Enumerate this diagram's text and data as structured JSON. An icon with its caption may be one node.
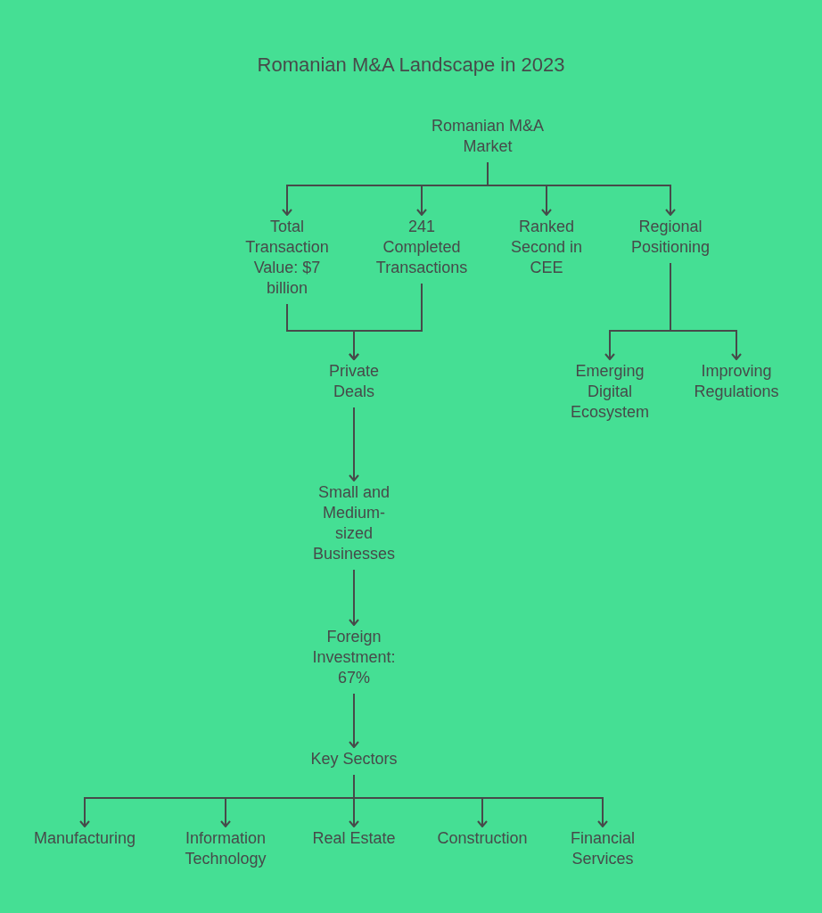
{
  "diagram": {
    "title": "Romanian M&A Landscape in 2023",
    "nodes": [
      {
        "text": [
          "Romanian M&A Market"
        ]
      },
      {
        "text": [
          "Total Transaction Value: $7 billion"
        ]
      },
      {
        "text": [
          "241 Completed Transactions"
        ]
      },
      {
        "text": [
          "Ranked Second in CEE"
        ]
      },
      {
        "text": [
          "Regional Positioning"
        ]
      },
      {
        "text": [
          "Private Deals"
        ]
      },
      {
        "text": [
          "Emerging Digital Ecosystem"
        ]
      },
      {
        "text": [
          "Improving Regulations"
        ]
      },
      {
        "text": [
          "Small and Medium-sized Businesses"
        ]
      },
      {
        "text": [
          "Foreign Investment: 67%"
        ]
      },
      {
        "text": [
          "Key Sectors"
        ]
      },
      {
        "text": [
          "Manufacturing"
        ]
      },
      {
        "text": [
          "Information Technology"
        ]
      },
      {
        "text": [
          "Real Estate"
        ]
      },
      {
        "text": [
          "Construction"
        ]
      },
      {
        "text": [
          "Financial Services"
        ]
      }
    ],
    "edges": [
      {
        "from": 0,
        "to": 1,
        "arrow": "to"
      },
      {
        "from": 0,
        "to": 2,
        "arrow": "to"
      },
      {
        "from": 0,
        "to": 3,
        "arrow": "to"
      },
      {
        "from": 0,
        "to": 4,
        "arrow": "to"
      },
      {
        "from": 1,
        "to": 5,
        "arrow": "to"
      },
      {
        "from": 2,
        "to": 5,
        "arrow": "to"
      },
      {
        "from": 4,
        "to": 6,
        "arrow": "to"
      },
      {
        "from": 4,
        "to": 7,
        "arrow": "to"
      },
      {
        "from": 5,
        "to": 8,
        "arrow": "to"
      },
      {
        "from": 8,
        "to": 9,
        "arrow": "to"
      },
      {
        "from": 9,
        "to": 10,
        "arrow": "to"
      },
      {
        "from": 10,
        "to": 11,
        "arrow": "to"
      },
      {
        "from": 10,
        "to": 12,
        "arrow": "to"
      },
      {
        "from": 10,
        "to": 13,
        "arrow": "to"
      },
      {
        "from": 10,
        "to": 14,
        "arrow": "to"
      },
      {
        "from": 10,
        "to": 15,
        "arrow": "to"
      }
    ]
  }
}
